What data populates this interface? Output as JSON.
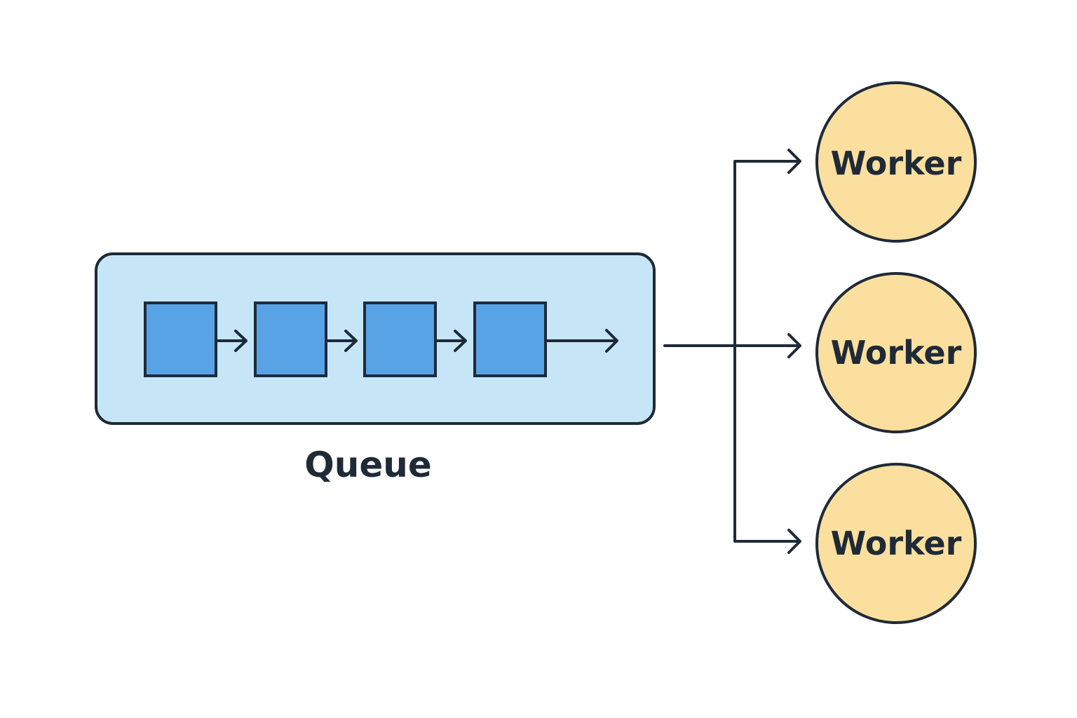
{
  "queue": {
    "label": "Queue",
    "item_count": 4
  },
  "workers": [
    {
      "label": "Worker"
    },
    {
      "label": "Worker"
    },
    {
      "label": "Worker"
    }
  ],
  "colors": {
    "queue_fill": "#c6e6f8",
    "item_fill": "#58a2e6",
    "worker_fill": "#fbdf9e",
    "stroke": "#1f2a37",
    "background": "#ffffff"
  }
}
